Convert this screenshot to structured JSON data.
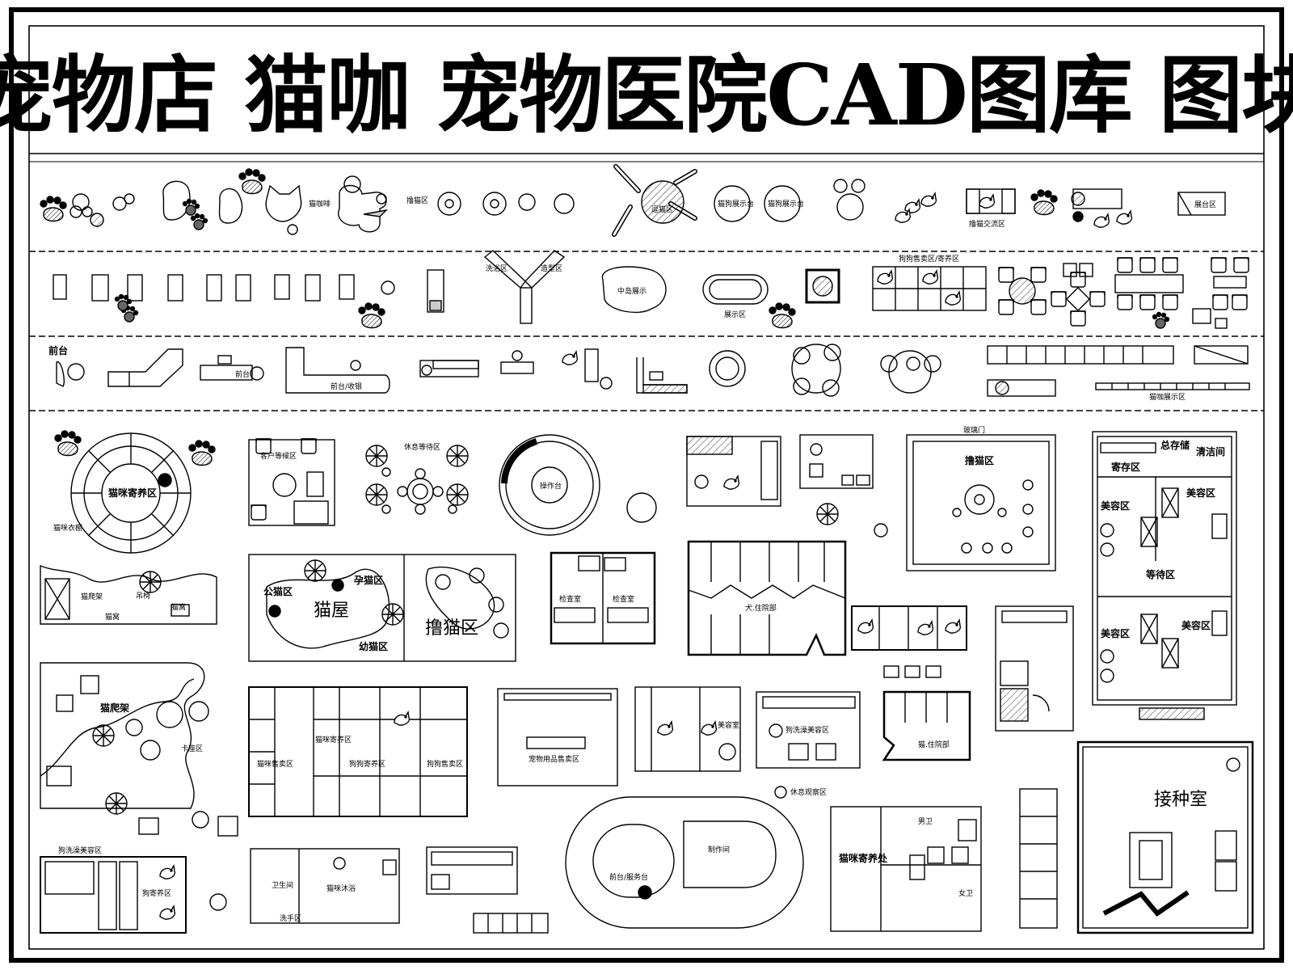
{
  "title": "宠物店 猫咖 宠物医院CAD图库 图块",
  "row1": {
    "lie_mao_qu": "撸猫区",
    "tiao_mao_qu": "逗猫区",
    "mao_gou_zhan_shi_tai_1": "猫狗展示台",
    "mao_gou_zhan_shi_tai_2": "猫狗展示台",
    "lu_mao_jiao_liu_qu": "撸猫交流区",
    "zhan_shi_qu": "展台区"
  },
  "row2": {
    "xi_yu_qu": "洗浴区",
    "zao_xing_qu": "造型区",
    "zhong_dao_zhan_shi": "中岛展示",
    "zhan_shi_qu": "展示区",
    "gou_gou_shou_mai": "狗狗售卖区/寄养区"
  },
  "row3": {
    "qian_tai_1": "前台",
    "qian_tai_2": "前台",
    "qian_tai_shou_yin": "前台/收银",
    "mao_ka_zhan_shi": "猫咖展示区"
  },
  "plans": {
    "mao_mi_ji_yang_qu": "猫咪寄养区",
    "mao_mi_yi_chu": "猫咪衣橱",
    "ke_hu_deng_hou_qu": "客户等候区",
    "xiu_xi_deng_dai_qu": "休息等待区",
    "cao_zuo_tai": "操作台",
    "bo_li_men": "玻璃门",
    "lu_mao_qu": "撸猫区",
    "ji_cun_qu": "寄存区",
    "zong_cun_chu": "总存储",
    "qing_jie_jian": "清洁间",
    "mei_rong_qu_1": "美容区",
    "mei_rong_qu_2": "美容区",
    "mei_rong_qu_3": "美容区",
    "mei_rong_qu_4": "美容区",
    "deng_dai_qu": "等待区",
    "mao_pa_jia_1": "猫爬架",
    "diao_yi": "吊椅",
    "mao_wo": "猫窝",
    "gong_mao_qu": "公猫区",
    "yun_mao_qu": "孕猫区",
    "mao_wu": "猫屋",
    "you_mao_qu": "幼猫区",
    "lu_mao_qu_2": "撸猫区",
    "jian_cha_shi_1": "检查室",
    "jian_cha_shi_2": "检查室",
    "quan_zhu_fang_bu": "犬.住院部",
    "mao_zhu_yuan_bu": "猫.住院部",
    "mao_pa_jia_2": "猫爬架",
    "mao_mi_shou_mai_qu": "猫咪售卖区",
    "mao_mi_ji_yang_qu_2": "猫咪寄养区",
    "gou_gou_ji_yang_qu": "狗狗寄养区",
    "gou_gou_shou_mai_qu": "狗狗售卖区",
    "chong_wu_yong_pin": "宠物用品售卖区",
    "mei_rong_shi": "美容室",
    "gou_xi_yu_mei_rong_qu": "狗洗澡美容区",
    "xiu_xi_guan_cha_qu": "休息观察区",
    "gou_xi_yu_mei_rong_qu_2": "狗洗澡美容区",
    "gou_ji_yang_qu": "狗寄养区",
    "wei_sheng_jian": "卫生间",
    "xi_shou_qu": "洗手区",
    "mao_mi_mu_yu": "猫咪沐浴",
    "qian_tai_fu_wu_tai": "前台/服务台",
    "zhi_zuo_jian": "制作间",
    "nan_wei": "男卫",
    "nv_wei": "女卫",
    "mao_mi_ji_yang_chu": "猫咪寄养处",
    "jie_zhong_shi": "接种室"
  }
}
